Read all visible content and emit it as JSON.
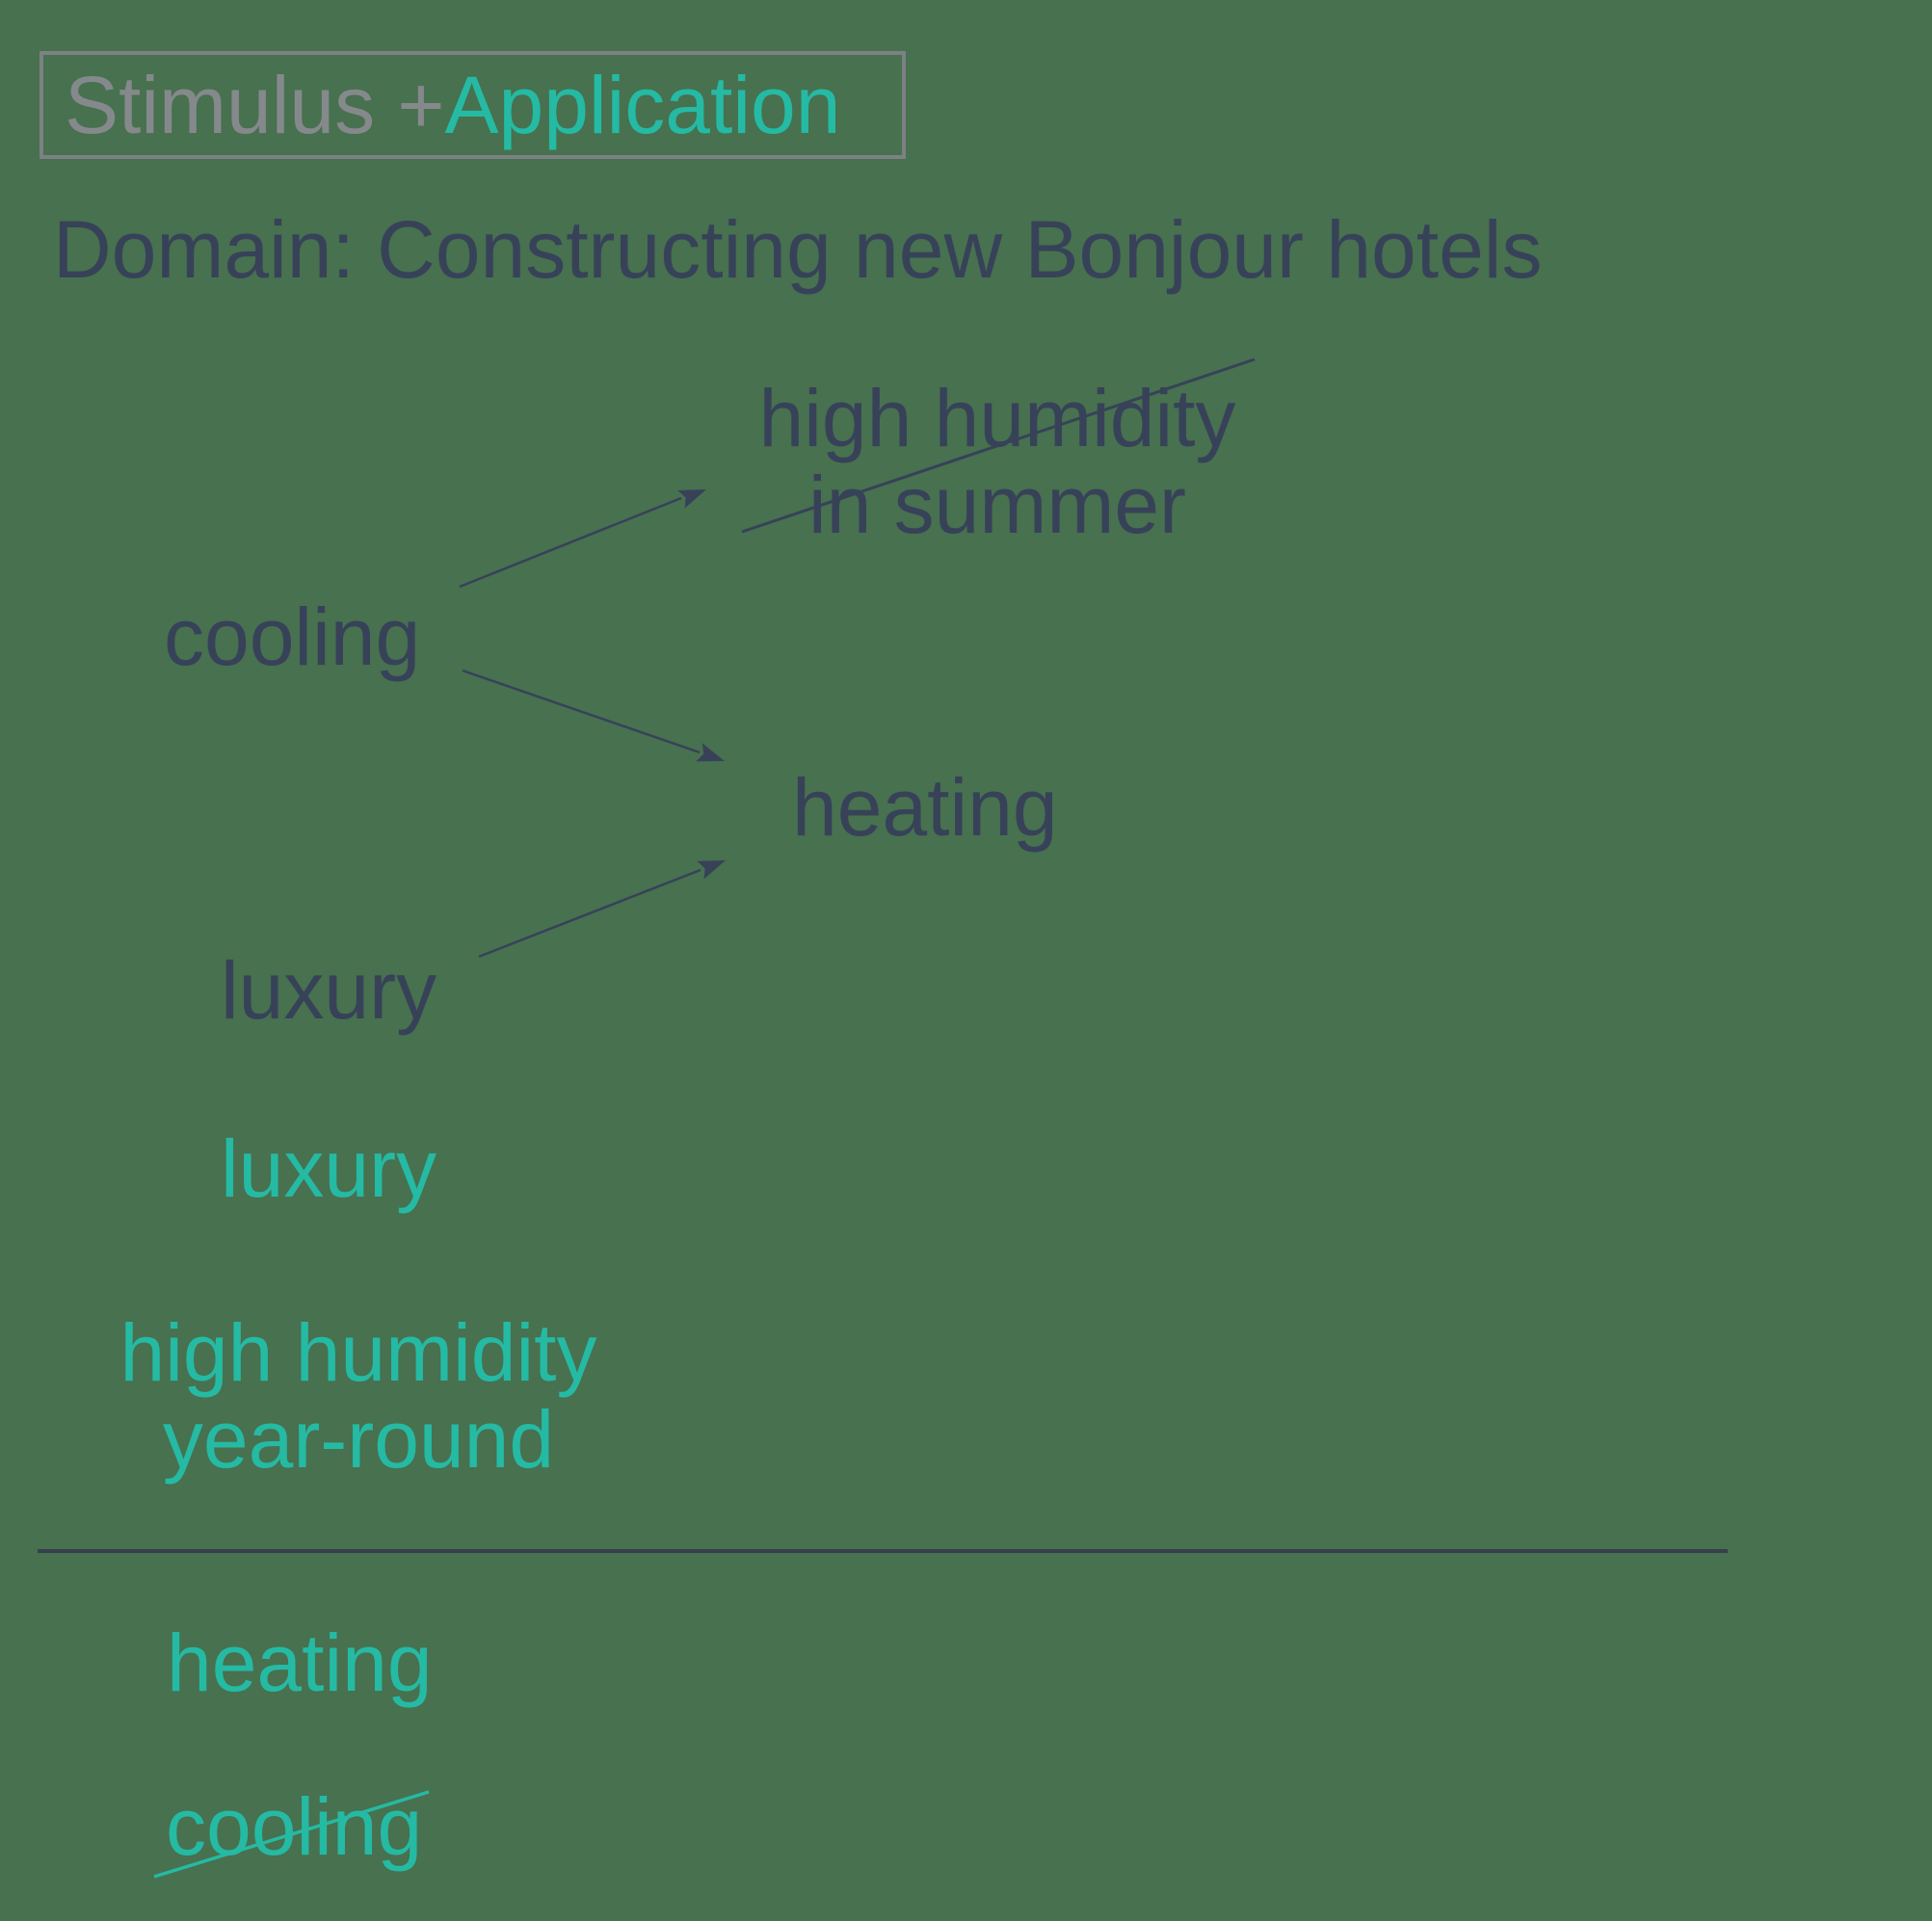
{
  "colors": {
    "bg": "#47714F",
    "navy": "#374259",
    "teal": "#25BAA4",
    "gray": "#85898C",
    "gray-border": "#7D8184",
    "divider": "#363F4D"
  },
  "header": {
    "title_stimulus": "Stimulus + ",
    "title_application": "Application",
    "domain_line": "Domain: Constructing new Bonjour hotels"
  },
  "diagram": {
    "cooling_label": "cooling",
    "luxury_label": "luxury",
    "heating_label": "heating",
    "crossed_out_target": {
      "line1": "high humidity",
      "line2": "in summer"
    }
  },
  "stimulus_list": {
    "luxury_label": "luxury",
    "humidity": {
      "line1": "high humidity",
      "line2": "year-round"
    },
    "heating_label": "heating",
    "cooling_label": "cooling"
  }
}
